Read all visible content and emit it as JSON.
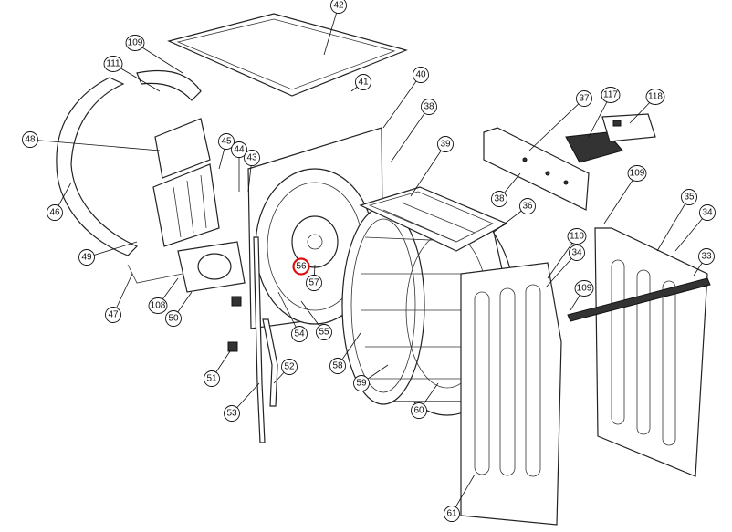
{
  "diagram": {
    "type": "exploded parts diagram",
    "highlight_color": "#e01010",
    "callouts": [
      {
        "id": "c42",
        "label": "42"
      },
      {
        "id": "c109a",
        "label": "109"
      },
      {
        "id": "c111",
        "label": "111"
      },
      {
        "id": "c41",
        "label": "41"
      },
      {
        "id": "c40",
        "label": "40"
      },
      {
        "id": "c38a",
        "label": "38"
      },
      {
        "id": "c37",
        "label": "37"
      },
      {
        "id": "c117",
        "label": "117"
      },
      {
        "id": "c118",
        "label": "118"
      },
      {
        "id": "c48",
        "label": "48"
      },
      {
        "id": "c45",
        "label": "45"
      },
      {
        "id": "c44",
        "label": "44"
      },
      {
        "id": "c43",
        "label": "43"
      },
      {
        "id": "c39",
        "label": "39"
      },
      {
        "id": "c36",
        "label": "36"
      },
      {
        "id": "c46",
        "label": "46"
      },
      {
        "id": "c38b",
        "label": "38"
      },
      {
        "id": "c109b",
        "label": "109"
      },
      {
        "id": "c35",
        "label": "35"
      },
      {
        "id": "c34a",
        "label": "34"
      },
      {
        "id": "c110",
        "label": "110"
      },
      {
        "id": "c34b",
        "label": "34"
      },
      {
        "id": "c33",
        "label": "33"
      },
      {
        "id": "c49",
        "label": "49"
      },
      {
        "id": "c56",
        "label": "56",
        "highlighted": true
      },
      {
        "id": "c57",
        "label": "57"
      },
      {
        "id": "c109c",
        "label": "109"
      },
      {
        "id": "c47",
        "label": "47"
      },
      {
        "id": "c108",
        "label": "108"
      },
      {
        "id": "c50",
        "label": "50"
      },
      {
        "id": "c54",
        "label": "54"
      },
      {
        "id": "c55",
        "label": "55"
      },
      {
        "id": "c51",
        "label": "51"
      },
      {
        "id": "c52",
        "label": "52"
      },
      {
        "id": "c58",
        "label": "58"
      },
      {
        "id": "c59",
        "label": "59"
      },
      {
        "id": "c53",
        "label": "53"
      },
      {
        "id": "c60",
        "label": "60"
      },
      {
        "id": "c61",
        "label": "61"
      }
    ]
  }
}
